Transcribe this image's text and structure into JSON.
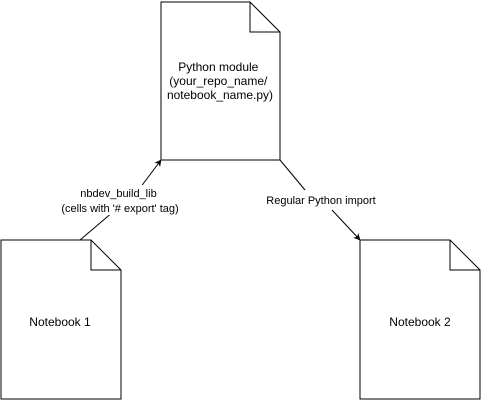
{
  "diagram": {
    "nodes": {
      "module": {
        "lines": [
          "Python module",
          "(your_repo_name/",
          "notebook_name.py)"
        ]
      },
      "notebook1": {
        "lines": [
          "Notebook 1"
        ]
      },
      "notebook2": {
        "lines": [
          "Notebook 2"
        ]
      }
    },
    "edges": {
      "build": {
        "from": "Notebook 1",
        "to": "Python module",
        "lines": [
          "nbdev_build_lib",
          "(cells with '# export' tag)"
        ]
      },
      "import": {
        "from": "Python module",
        "to": "Notebook 2",
        "lines": [
          "Regular Python import"
        ]
      }
    },
    "colors": {
      "stroke": "#000000",
      "fill": "#ffffff",
      "text": "#000000"
    }
  }
}
